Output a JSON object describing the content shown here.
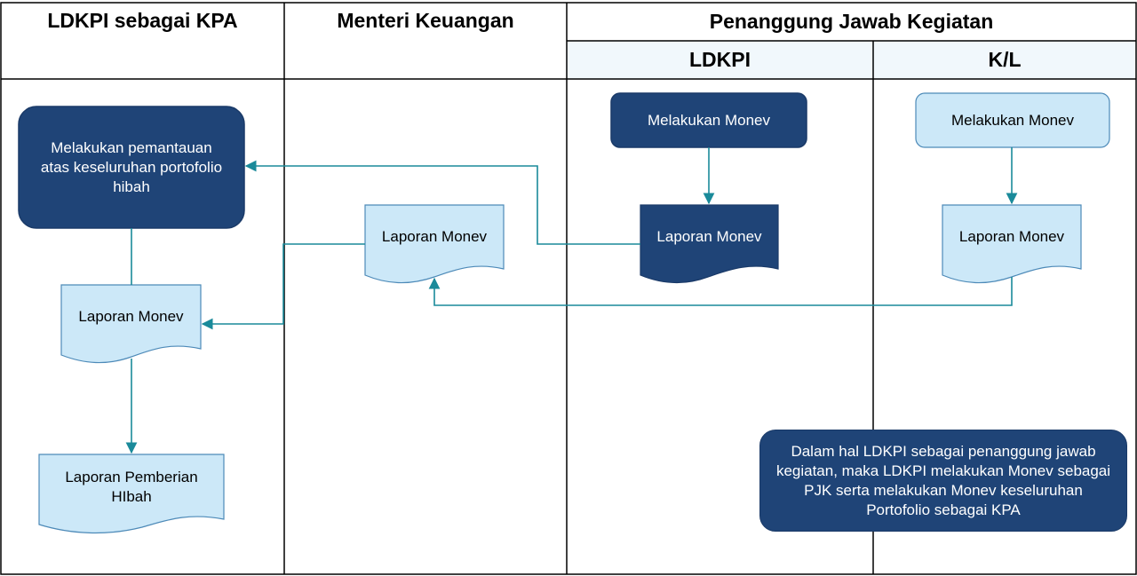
{
  "headers": {
    "col1": "LDKPI sebagai KPA",
    "col2": "Menteri Keuangan",
    "col3": "Penanggung Jawab Kegiatan",
    "col3a": "LDKPI",
    "col3b": "K/L"
  },
  "nodes": {
    "pemantauan": "Melakukan pemantauan atas keseluruhan portofolio hibah",
    "laporan_kpa": "Laporan Monev",
    "laporan_pemberian": "Laporan Pemberian HIbah",
    "laporan_menkeu": "Laporan Monev",
    "monev_ldkpi": "Melakukan Monev",
    "laporan_ldkpi": "Laporan Monev",
    "monev_kl": "Melakukan Monev",
    "laporan_kl": "Laporan Monev"
  },
  "note": "Dalam hal LDKPI sebagai penanggung jawab kegiatan, maka LDKPI melakukan Monev sebagai PJK serta melakukan Monev keseluruhan Portofolio sebagai KPA",
  "colors": {
    "dark_fill": "#1f4477",
    "light_fill": "#cce8f8",
    "connector": "#1a8a9a",
    "grid": "#000000"
  }
}
